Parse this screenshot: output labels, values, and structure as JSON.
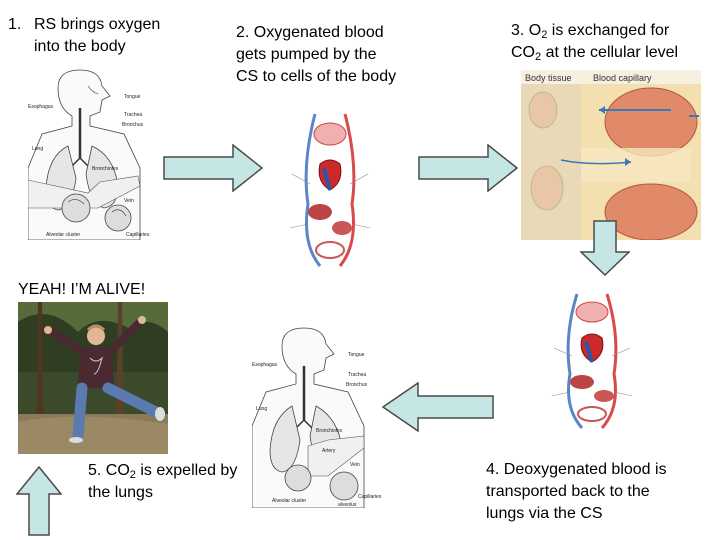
{
  "steps": {
    "s1": {
      "num": "1.",
      "line1": "RS brings oxygen",
      "line2": "into the body"
    },
    "s2": {
      "line1": "2. Oxygenated blood",
      "line2": "gets pumped by the",
      "line3": "CS to cells of the body"
    },
    "s3": {
      "l1a": "3. O",
      "l1sub": "2",
      "l1b": " is exchanged for",
      "l2a": "CO",
      "l2sub": "2",
      "l2b": " at the cellular level"
    },
    "s4": {
      "line1": "4. Deoxygenated blood is",
      "line2": "transported back to the",
      "line3": "lungs via the CS"
    },
    "s5": {
      "l1a": "5. CO",
      "l1sub": "2",
      "l1b": " is expelled by",
      "line2": "the lungs"
    }
  },
  "exclaim": "YEAH! I’M ALIVE!",
  "respiratory_labels": {
    "tongue": "Tongue",
    "trachea": "Trachea",
    "bronchus": "Bronchus",
    "esophagus": "Esophagus",
    "lung": "Lung",
    "bronchioles": "Bronchioles",
    "vein": "Vein",
    "capillaries": "Capillaries",
    "alveolar_cluster": "Alveolar cluster",
    "alveolus": "alveolus",
    "artery": "Artery"
  },
  "tissue_labels": {
    "body_tissue": "Body tissue",
    "blood_capillary": "Blood capillary"
  },
  "colors": {
    "arrow_fill": "#c6e6e6",
    "arrow_stroke": "#4a4a4a",
    "oxygenated": "#d94a4a",
    "deoxygenated": "#5a86c8",
    "tissue_bg": "#f4dfb0",
    "cell": "#e08a6a"
  }
}
